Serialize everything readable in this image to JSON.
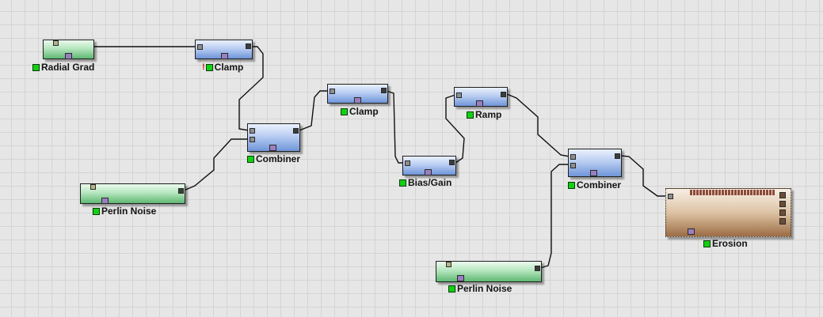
{
  "graph": {
    "nodes": [
      {
        "id": "radial-grad",
        "label": "Radial Grad",
        "style": "green"
      },
      {
        "id": "clamp-1",
        "label": "Clamp",
        "style": "blue",
        "warning": "!"
      },
      {
        "id": "combiner-1",
        "label": "Combiner",
        "style": "blue"
      },
      {
        "id": "perlin-noise-1",
        "label": "Perlin Noise",
        "style": "green"
      },
      {
        "id": "clamp-2",
        "label": "Clamp",
        "style": "blue"
      },
      {
        "id": "bias-gain",
        "label": "Bias/Gain",
        "style": "blue"
      },
      {
        "id": "ramp",
        "label": "Ramp",
        "style": "blue"
      },
      {
        "id": "combiner-2",
        "label": "Combiner",
        "style": "blue"
      },
      {
        "id": "perlin-noise-2",
        "label": "Perlin Noise",
        "style": "green"
      },
      {
        "id": "erosion",
        "label": "Erosion",
        "style": "brown"
      }
    ],
    "edges": [
      {
        "from": "radial-grad",
        "to": "clamp-1"
      },
      {
        "from": "clamp-1",
        "to": "combiner-1"
      },
      {
        "from": "perlin-noise-1",
        "to": "combiner-1"
      },
      {
        "from": "combiner-1",
        "to": "clamp-2"
      },
      {
        "from": "clamp-2",
        "to": "bias-gain"
      },
      {
        "from": "bias-gain",
        "to": "ramp"
      },
      {
        "from": "ramp",
        "to": "combiner-2"
      },
      {
        "from": "perlin-noise-2",
        "to": "combiner-2"
      },
      {
        "from": "combiner-2",
        "to": "erosion"
      }
    ]
  },
  "colors": {
    "canvas": "#e6e6e6",
    "grid": "#d4d4d4",
    "status_ok": "#12d012",
    "warning": "#cc2020",
    "wire": "#111111"
  }
}
